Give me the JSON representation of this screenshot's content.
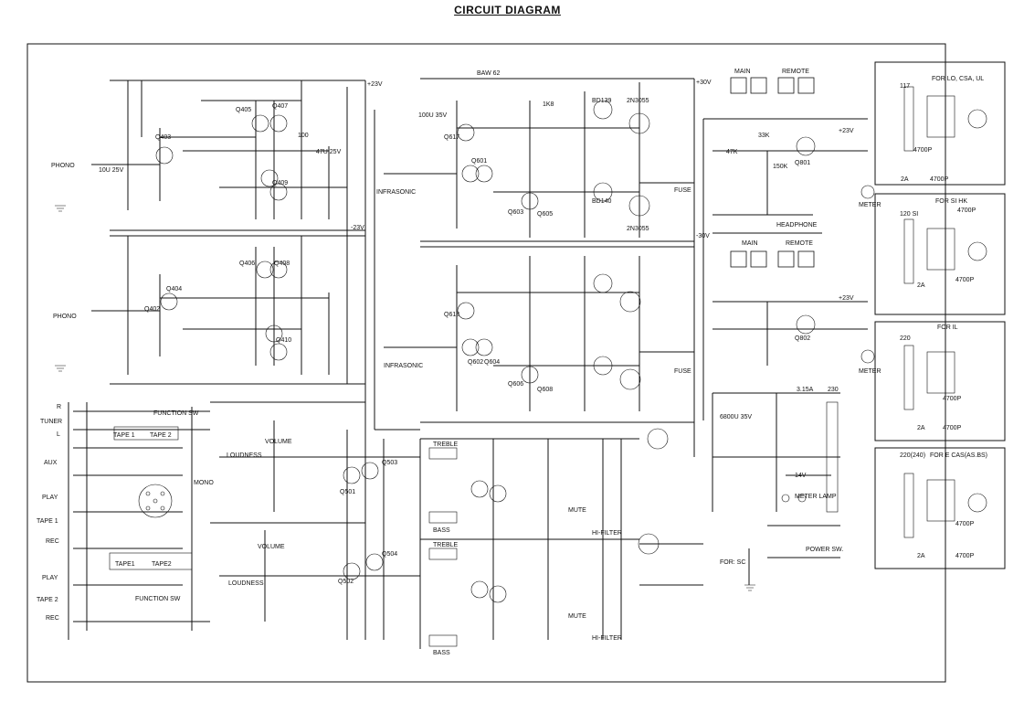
{
  "title": "CIRCUIT DIAGRAM",
  "rails": {
    "plus23": "+23V",
    "minus23": "-23V",
    "plus30": "+30V",
    "minus30": "-30V",
    "plus23b": "+23V",
    "plus23c": "+23V"
  },
  "inputs": {
    "phono1": "PHONO",
    "phono2": "PHONO",
    "tuner": "TUNER",
    "aux": "AUX",
    "play1": "PLAY",
    "tape1": "TAPE 1",
    "rec1": "REC",
    "play2": "PLAY",
    "tape2": "TAPE 2",
    "rec2": "REC",
    "r": "R",
    "l": "L"
  },
  "controls": {
    "function_sw1": "FUNCTION SW",
    "function_sw2": "FUNCTION SW",
    "tape1": "TAPE 1",
    "tape2": "TAPE 2",
    "tape1b": "TAPE1",
    "tape2b": "TAPE2",
    "mono": "MONO",
    "loudness1": "LOUDNESS",
    "loudness2": "LOUDNESS",
    "volume1": "VOLUME",
    "volume2": "VOLUME",
    "treble1": "TREBLE",
    "bass1": "BASS",
    "treble2": "TREBLE",
    "bass2": "BASS",
    "mute1": "MUTE",
    "mute2": "MUTE",
    "hifilter1": "HI-FILTER",
    "hifilter2": "HI-FILTER",
    "infrasonic1": "INFRASONIC",
    "infrasonic2": "INFRASONIC",
    "headphone": "HEADPHONE",
    "main1": "MAIN",
    "remote1": "REMOTE",
    "main2": "MAIN",
    "remote2": "REMOTE",
    "meter1": "METER",
    "meter2": "METER",
    "meter_lamp": "METER LAMP",
    "fuse1": "FUSE",
    "fuse2": "FUSE",
    "power_sw": "POWER SW.",
    "for_sc": "FOR: SC",
    "diode": "BAW 62"
  },
  "transformer_variants": [
    {
      "label": "FOR LO, CSA, UL",
      "cap_a": "4700P",
      "cap_b": "4700P",
      "fuse": "2A",
      "volts": "117"
    },
    {
      "label": "FOR SI HK",
      "cap_a": "4700P",
      "cap_b": "4700P",
      "fuse": "2A",
      "volts": "120 SI"
    },
    {
      "label": "FOR IL",
      "cap_a": "4700P",
      "cap_b": "4700P",
      "fuse": "2A",
      "volts": "220"
    },
    {
      "label": "FOR E CAS(AS.BS)",
      "cap_a": "4700P",
      "cap_b": "4700P",
      "fuse": "2A",
      "volts": "220(240)"
    }
  ],
  "components": {
    "q403": "Q403",
    "q405": "Q405",
    "q407": "Q407",
    "q409": "Q409",
    "q402": "Q402",
    "q404": "Q404",
    "q406": "Q406",
    "q408": "Q408",
    "q410": "Q410",
    "q617": "Q617",
    "q601": "Q601",
    "q603": "Q603",
    "q605": "Q605",
    "q618": "Q618",
    "q602": "Q602",
    "q604": "Q604",
    "q606": "Q606",
    "q608": "Q608",
    "q501": "Q501",
    "q503": "Q503",
    "q502": "Q502",
    "q504": "Q504",
    "q801": "Q801",
    "q802": "Q802",
    "t2n3055a": "2N3055",
    "t2n3055b": "2N3055",
    "bd139": "BD139",
    "bd140": "BD140",
    "r47k": "47K",
    "r1k8": "1K8",
    "r100": "100",
    "r33k": "33K",
    "r150k": "150K",
    "c10u": "10U 25V",
    "c47u": "47U 25V",
    "c100u": "100U 35V",
    "c6800": "6800U 35V",
    "v315a": "3.15A",
    "v14": "14V",
    "v230": "230"
  }
}
